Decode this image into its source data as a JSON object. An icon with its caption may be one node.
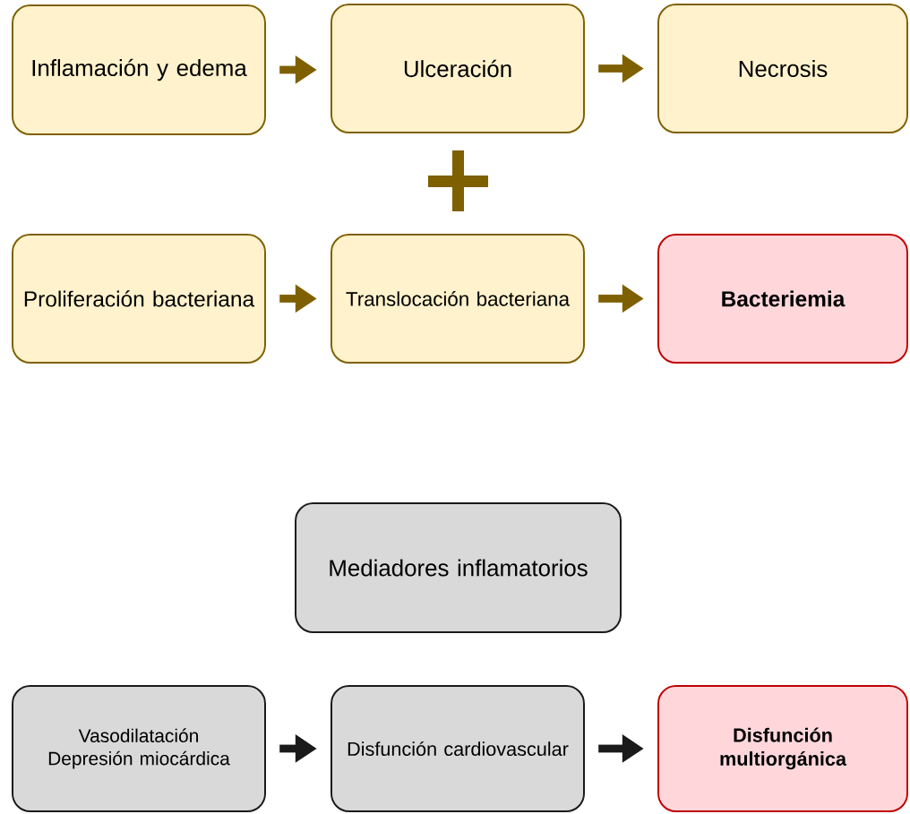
{
  "diagram": {
    "nodes": [
      {
        "text": [
          "Inflamación y edema"
        ]
      },
      {
        "text": [
          "Ulceración"
        ]
      },
      {
        "text": [
          "Necrosis"
        ]
      },
      {
        "text": [
          "Proliferación bacteriana"
        ]
      },
      {
        "text": [
          "Translocación bacteriana"
        ]
      },
      {
        "text": [
          "Bacteriemia"
        ]
      },
      {
        "text": [
          "Mediadores inflamatorios"
        ]
      },
      {
        "text": [
          "Vasodilatación",
          "Depresión miocárdica"
        ]
      },
      {
        "text": [
          "Disfunción cardiovascular"
        ]
      },
      {
        "text": [
          "Disfunción multiorgánica"
        ]
      }
    ],
    "edges": [
      {
        "from": 0,
        "to": 1,
        "arrow": "to"
      },
      {
        "from": 1,
        "to": 2,
        "arrow": "to"
      },
      {
        "from": 3,
        "to": 4,
        "arrow": "to"
      },
      {
        "from": 4,
        "to": 5,
        "arrow": "to"
      },
      {
        "from": 7,
        "to": 8,
        "arrow": "to",
        "color": "#1a1a1a"
      },
      {
        "from": 8,
        "to": 9,
        "arrow": "to",
        "color": "#1a1a1a"
      }
    ]
  }
}
